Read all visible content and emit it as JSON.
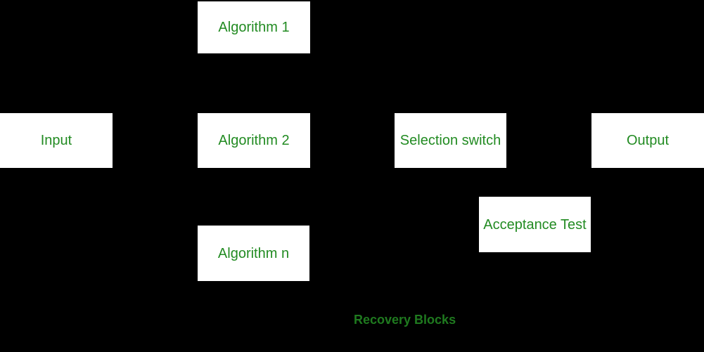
{
  "diagram": {
    "title": "Recovery Blocks",
    "caption": "Recovery Blocks",
    "nodes": [
      {
        "id": "algorithm-1",
        "label": "Algorithm 1"
      },
      {
        "id": "input",
        "label": "Input"
      },
      {
        "id": "algorithm-2",
        "label": "Algorithm 2"
      },
      {
        "id": "selection-switch",
        "label": "Selection switch"
      },
      {
        "id": "output",
        "label": "Output"
      },
      {
        "id": "algorithm-n",
        "label": "Algorithm n"
      },
      {
        "id": "acceptance-test",
        "label": "Acceptance Test"
      }
    ],
    "colors": {
      "background": "#000000",
      "node_fill": "#ffffff",
      "node_text": "#228B22",
      "caption_text": "#1f7a1f"
    }
  }
}
